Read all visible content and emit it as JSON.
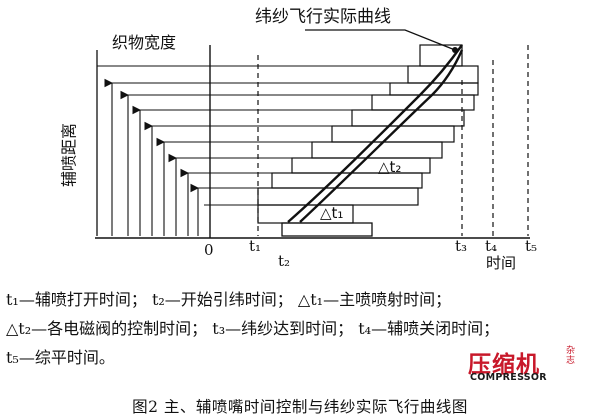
{
  "diagram": {
    "curve_label": "纬纱飞行实际曲线",
    "y_label": "织物宽度",
    "nozzle_label": "辅喷距离",
    "x_axis_label": "时间",
    "delta_t1": "△t₁",
    "delta_t2": "△t₂",
    "ticks": {
      "t0": "0",
      "t1": "t₁",
      "t2": "t₂",
      "t3": "t₃",
      "t4": "t₄",
      "t5": "t₅"
    }
  },
  "legend": {
    "t1_sym": "t₁",
    "t1_desc": "—辅喷打开时间；",
    "t2_sym": "t₂",
    "t2_desc": "—开始引纬时间；",
    "dt1_sym": "△t₁",
    "dt1_desc": "—主喷喷射时间；",
    "dt2_sym": "△t₂",
    "dt2_desc": "—各电磁阀的控制时间；",
    "t3_sym": "t₃",
    "t3_desc": "—纬纱达到时间；",
    "t4_sym": "t₄",
    "t4_desc": "—辅喷关闭时间；",
    "t5_sym": "t₅",
    "t5_desc": "—综平时间。"
  },
  "caption": "图2  主、辅喷嘴时间控制与纬纱实际飞行曲线图",
  "logo": {
    "main": "压缩机",
    "side": "杂志",
    "english": "COMPRESSOR",
    "color": "#c8182a"
  }
}
